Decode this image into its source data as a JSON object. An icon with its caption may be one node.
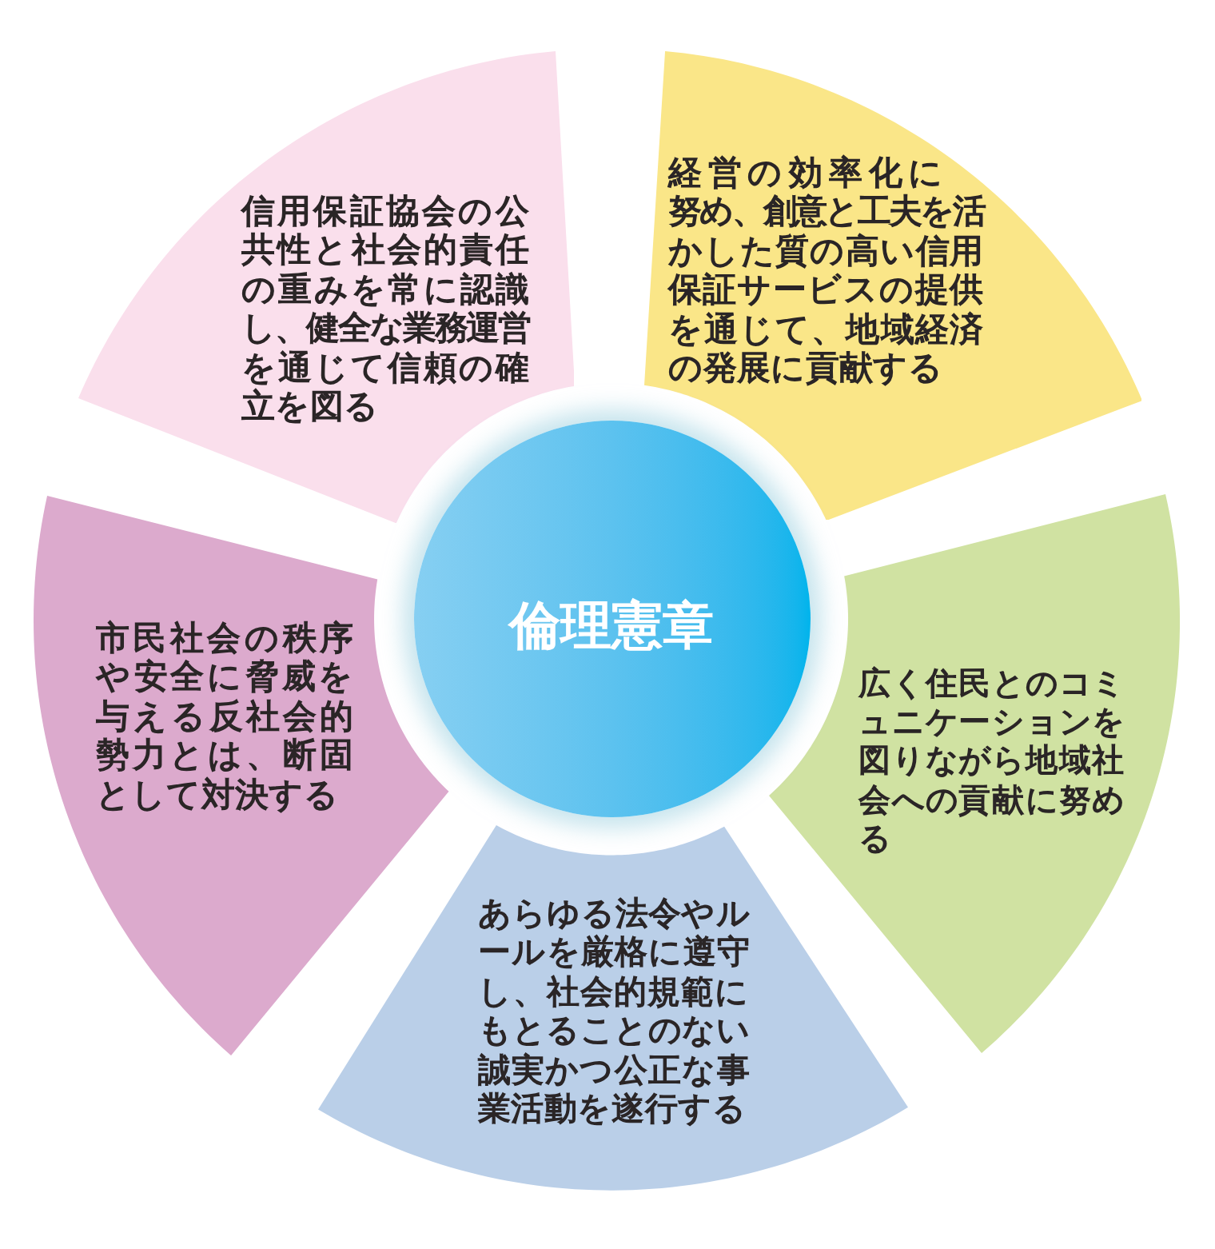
{
  "diagram": {
    "nodes": [
      {
        "text": [
          "信用保証協会の公共性と社会的責任の重みを常に認識し、健全な業務運営を通じて信頼の確立を図る"
        ]
      },
      {
        "text": [
          "経営の効率化に努め、創意と工夫を活かした質の高い信用保証サービスの提供を通じて、地域経済の発展に貢献する"
        ]
      },
      {
        "text": [
          "倫理憲章"
        ]
      },
      {
        "text": [
          "市民社会の秩序や安全に脅威を与える反社会的勢力とは、断固として対決する"
        ]
      },
      {
        "text": [
          "広く住民とのコミュニケーションを図りながら地域社会への貢献に努める"
        ]
      },
      {
        "text": [
          "あらゆる法令やルールを厳格に遵守し、社会的規範にもとることのない誠実かつ公正な事業活動を遂行する"
        ]
      }
    ]
  }
}
